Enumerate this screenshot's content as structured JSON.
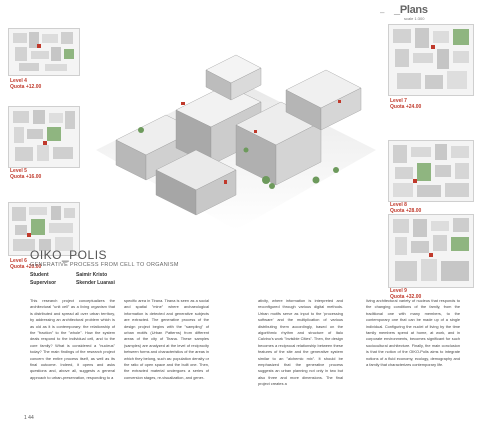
{
  "plans_header": {
    "title": "_Plans",
    "scale": "scale 1:300",
    "dash": "–"
  },
  "levels": [
    {
      "level": "Level 4",
      "quota": "Quota +12.00"
    },
    {
      "level": "Level 5",
      "quota": "Quota +16.00"
    },
    {
      "level": "Level 6",
      "quota": "Quota +20.00"
    },
    {
      "level": "Level 7",
      "quota": "Quota +24.00"
    },
    {
      "level": "Level 8",
      "quota": "Quota +28.00"
    },
    {
      "level": "Level 9",
      "quota": "Quota +32.00"
    }
  ],
  "project": {
    "title": "OIKO_POLIS",
    "subtitle": "GENERATIVE PROCESS FROM CELL TO ORGANISM",
    "student_label": "Student",
    "student_name": "Saimir Kristo",
    "supervisor_label": "Supervisor",
    "supervisor_name": "Skender Luarasi"
  },
  "body_columns": [
    "This research project conceptualizes the architectural \"unit cell\" as a living organism that is distributed and spread all over urban territory, by addressing an architectural problem which is as old as it is contemporary: the relationship of the \"fraction\" to the \"whole\". How the system deals respond to the individual cell, and to the core family? What is considered a \"nucleus\" today? The main findings of the research project concern the entire process itself, as well as its final outcome. Indeed, it opens and asks questions and, above all, suggests a general approach to urban-preservation, responding to a",
    "specific area in Tirana. Tirana is seen as a social and spatial \"mine\" where archaeological information is detected and generative subjects are extracted. The generative process of the design project begins with the \"sampling\" of urban motifs (Urban Patterns) from different areas of the city of Tirana. These samples (samples) are analyzed at the level of reciprocity between forms and characteristics of the areas in which they belong, such as: population density or the ratio of open space and the built one. Then, the extracted material undergoes a series of conversion stages, re-visualization, and gener-",
    "ativity, where information is interpreted and reconfigured through various digital methods. Urban motifs serve as input to the 'processing software' and the multiplication of various distributing them accordingly, based on the algorithmic rhythm and structure of Italo Calvino's work \"Invisible Cities\". Then, the design becomes a reciprocal relationship between these features of the site and the generative system similar to an \"alchemic mix\". It should be emphasized that the generative process suggests an urban planning not only in two but also three and more dimensions. The final project creates a",
    "living architectural variety of nucleus that responds to the changing conditions of the family, from the traditional one with many members, to the contemporary one that can be made up of a single individual. Configuring the nuclei of living by the time family members spend at home, at work, and in corporate environments, becomes significant for such sociocultural architecture. Finally, the main conclusion is that the notion of the OIKO-Polis aims to integrate notions of a fluid economy, ecology, demography and a family that characterizes contemporary life."
  ],
  "page_number": "1  44"
}
